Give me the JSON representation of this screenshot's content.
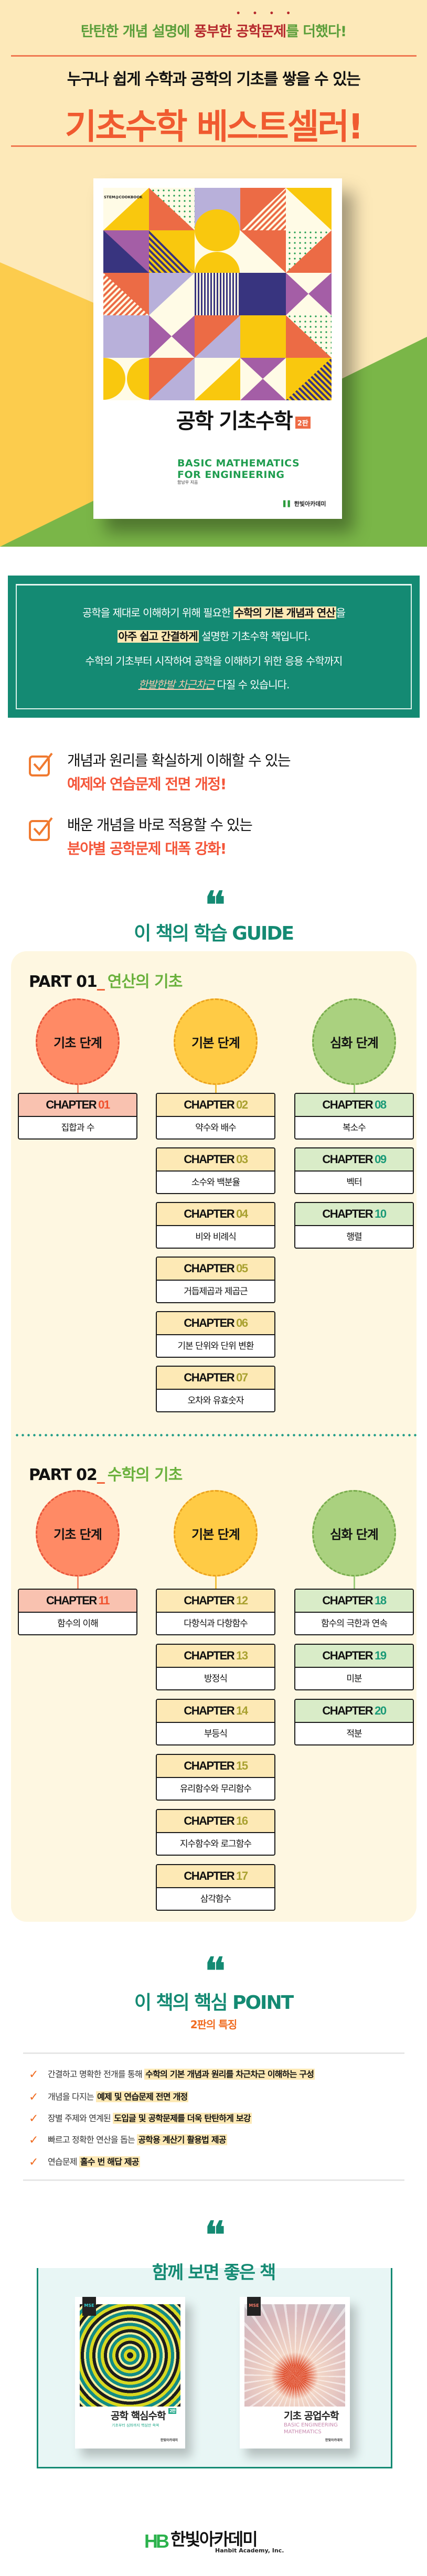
{
  "hero": {
    "tagline_a": "탄탄한 개념 설명에 ",
    "tagline_b": "풍부한 ",
    "tagline_c": "공학문제",
    "tagline_d": "를 더했다!",
    "subtitle": "누구나 쉽게 수학과 공학의 기초를 쌓을 수 있는",
    "title": "기초수학 베스트셀러!"
  },
  "cover": {
    "series": "STEM@COOKBOOK",
    "title": "공학 기초수학",
    "edition": "2판",
    "en_line1": "BASIC MATHEMATICS",
    "en_line2": "FOR ENGINEERING",
    "author": "함남우 지음",
    "publisher": "한빛아카데미"
  },
  "intro": {
    "l1_a": "공학을 제대로 이해하기 위해 필요한 ",
    "l1_hl": "수학의 기본 개념과 연산",
    "l1_b": "을",
    "l2_hl": "아주 쉽고 간결하게",
    "l2_b": " 설명한 기초수학 책입니다.",
    "l3": "수학의 기초부터 시작하여 공학을 이해하기 위한 응용 수학까지",
    "l4_ul": "한발한발 차근차근",
    "l4_b": " 다질 수 있습니다."
  },
  "features": [
    {
      "line1": "개념과 원리를 확실하게 이해할 수 있는",
      "line2": "예제와 연습문제 전면 개정!"
    },
    {
      "line1": "배운 개념을 바로 적용할 수 있는",
      "line2": "분야별 공학문제 대폭 강화!"
    }
  ],
  "guide": {
    "quote_mark": "❛❛",
    "title": "이 책의 학습 GUIDE",
    "chapter_word": "CHAPTER",
    "parts": [
      {
        "label": "PART 01",
        "sep": "_",
        "name": "연산의 기초",
        "stages": [
          {
            "name": "기초 단계",
            "chapters": [
              {
                "num": "01",
                "title": "집합과 수"
              }
            ]
          },
          {
            "name": "기본 단계",
            "chapters": [
              {
                "num": "02",
                "title": "약수와 배수"
              },
              {
                "num": "03",
                "title": "소수와 백분율"
              },
              {
                "num": "04",
                "title": "비와 비례식"
              },
              {
                "num": "05",
                "title": "거듭제곱과 제곱근"
              },
              {
                "num": "06",
                "title": "기본 단위와 단위 변환"
              },
              {
                "num": "07",
                "title": "오차와 유효숫자"
              }
            ]
          },
          {
            "name": "심화 단계",
            "chapters": [
              {
                "num": "08",
                "title": "복소수"
              },
              {
                "num": "09",
                "title": "벡터"
              },
              {
                "num": "10",
                "title": "행렬"
              }
            ]
          }
        ]
      },
      {
        "label": "PART 02",
        "sep": "_",
        "name": "수학의 기초",
        "stages": [
          {
            "name": "기초 단계",
            "chapters": [
              {
                "num": "11",
                "title": "함수의 이해"
              }
            ]
          },
          {
            "name": "기본 단계",
            "chapters": [
              {
                "num": "12",
                "title": "다항식과 다항함수"
              },
              {
                "num": "13",
                "title": "방정식"
              },
              {
                "num": "14",
                "title": "부등식"
              },
              {
                "num": "15",
                "title": "유리함수와 무리함수"
              },
              {
                "num": "16",
                "title": "지수함수와 로그함수"
              },
              {
                "num": "17",
                "title": "삼각함수"
              }
            ]
          },
          {
            "name": "심화 단계",
            "chapters": [
              {
                "num": "18",
                "title": "함수의 극한과 연속"
              },
              {
                "num": "19",
                "title": "미분"
              },
              {
                "num": "20",
                "title": "적분"
              }
            ]
          }
        ]
      }
    ]
  },
  "points": {
    "title": "이 책의 핵심 POINT",
    "subtitle": "2판의 특징",
    "items": [
      {
        "plain": "간결하고 명확한 전개를 통해 ",
        "bold": "수학의 기본 개념과 원리를 차근차근 이해하는 구성"
      },
      {
        "plain": "개념을 다지는 ",
        "bold": "예제 및 연습문제 전면 개정"
      },
      {
        "plain": "장별 주제와 연계된 ",
        "bold": "도입글 및 공학문제를 더욱 탄탄하게 보강"
      },
      {
        "plain": "빠르고 정확한 연산을 돕는 ",
        "bold": "공학용 계산기 활용법 제공"
      },
      {
        "plain": "연습문제 ",
        "bold": "홀수 번 해답 제공"
      }
    ]
  },
  "related": {
    "title": "함께 보면 좋은 책",
    "books": [
      {
        "badge": "MSE",
        "title": "공학 핵심수학",
        "edition": "2판",
        "subtitle": "기초부터 심화까지 핵심만 쏙쏙",
        "publisher": "한빛아카데미"
      },
      {
        "badge": "MSE",
        "title": "기초 공업수학",
        "en_line1": "BASIC ENGINEERING",
        "en_line2": "MATHEMATICS",
        "publisher": "한빛아카데미"
      }
    ]
  },
  "footer": {
    "logo_mark": "HB",
    "logo_name": "한빛아카데미",
    "logo_en": "Hanbit Academy, Inc."
  },
  "colors": {
    "teal": "#148a73",
    "orange": "#f05a30",
    "green": "#7ab648",
    "yellow": "#fccc4d",
    "cream": "#fde9b9"
  }
}
